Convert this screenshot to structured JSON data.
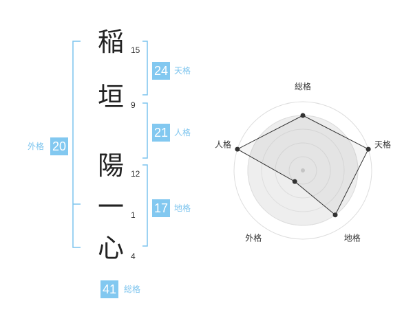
{
  "name": {
    "chars": [
      {
        "char": "稲",
        "strokes": "15"
      },
      {
        "char": "垣",
        "strokes": "9"
      },
      {
        "char": "陽",
        "strokes": "12"
      },
      {
        "char": "一",
        "strokes": "1"
      },
      {
        "char": "心",
        "strokes": "4"
      }
    ]
  },
  "fortunes": {
    "tenkaku": {
      "value": "24",
      "label": "天格"
    },
    "jinkaku": {
      "value": "21",
      "label": "人格"
    },
    "chikaku": {
      "value": "17",
      "label": "地格"
    },
    "gaikaku": {
      "value": "20",
      "label": "外格"
    },
    "soukaku": {
      "value": "41",
      "label": "総格"
    }
  },
  "colors": {
    "accent": "#82c8f0",
    "bracket": "#7cc4ee",
    "text": "#222222"
  },
  "chart_data": {
    "type": "radar",
    "axes": [
      "総格",
      "天格",
      "地格",
      "外格",
      "人格"
    ],
    "values": [
      4,
      5,
      4,
      1,
      5
    ],
    "max": 5,
    "rings": 5,
    "grid": true
  }
}
